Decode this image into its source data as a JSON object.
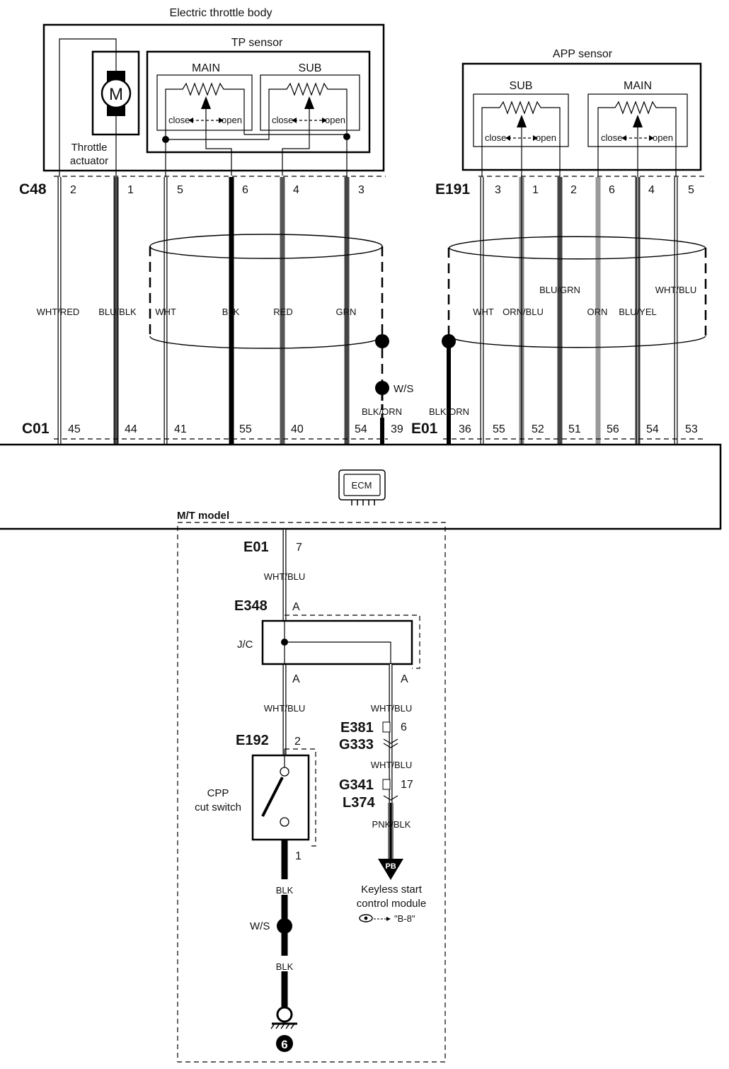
{
  "throttle_body": {
    "title": "Electric throttle body",
    "tp_sensor": "TP sensor",
    "main": "MAIN",
    "sub": "SUB",
    "actuator_line1": "Throttle",
    "actuator_line2": "actuator",
    "motor_symbol": "M"
  },
  "app_sensor": {
    "title": "APP sensor",
    "sub": "SUB",
    "main": "MAIN"
  },
  "close_label": "close",
  "open_label": "open",
  "connectors": {
    "c48": "C48",
    "e191": "E191",
    "c01": "C01",
    "e01_top": "E01",
    "e01_bottom": "E01",
    "e348": "E348",
    "e192": "E192",
    "e381": "E381",
    "g333": "G333",
    "g341": "G341",
    "l374": "L374"
  },
  "c48_pins": [
    "2",
    "1",
    "5",
    "6",
    "4",
    "3"
  ],
  "e191_pins": [
    "3",
    "1",
    "2",
    "6",
    "4",
    "5"
  ],
  "c01_pins": [
    "45",
    "44",
    "41",
    "55",
    "40",
    "54",
    "39"
  ],
  "e01_pins": [
    "36",
    "55",
    "52",
    "51",
    "56",
    "54",
    "53"
  ],
  "wires_left": [
    "WHT/RED",
    "BLU/BLK",
    "WHT",
    "BLK",
    "RED",
    "GRN"
  ],
  "wires_right": [
    "WHT",
    "ORN/BLU",
    "BLU/GRN",
    "ORN",
    "BLU/YEL",
    "WHT/BLU"
  ],
  "shield": {
    "ws": "W/S",
    "left_wire": "BLK/ORN",
    "right_wire": "BLK/ORN"
  },
  "ecm": {
    "label": "ECM"
  },
  "mt": {
    "title": "M/T model",
    "e01_pin": "7",
    "wire1": "WHT/BLU",
    "e348_pin_top": "A",
    "jc": "J/C",
    "pin_a_left": "A",
    "pin_a_right": "A",
    "wire2": "WHT/BLU",
    "wire3": "WHT/BLU",
    "e381_pin": "6",
    "wire4": "WHT/BLU",
    "g341_pin": "17",
    "wire5": "PNK/BLK",
    "pb": "PB",
    "keyless_line1": "Keyless start",
    "keyless_line2": "control module",
    "ref": "\"B-8\"",
    "e192_pin_top": "2",
    "cpp_line1": "CPP",
    "cpp_line2": "cut switch",
    "e192_pin_bottom": "1",
    "blk1": "BLK",
    "ws": "W/S",
    "blk2": "BLK",
    "ground_num": "6"
  }
}
